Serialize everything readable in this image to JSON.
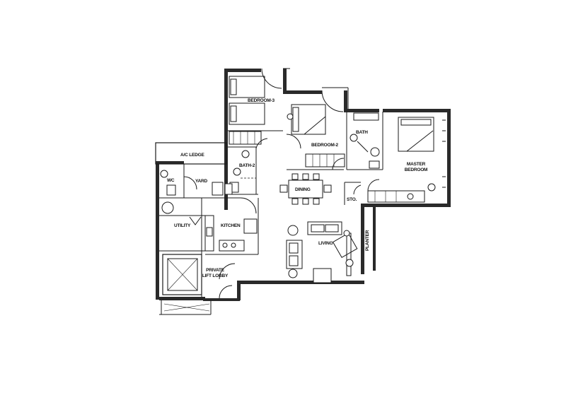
{
  "rooms": {
    "bedroom_3": "BEDROOM-3",
    "bedroom_2": "BEDROOM-2",
    "bath": "BATH",
    "master_bedroom_line1": "MASTER",
    "master_bedroom_line2": "BEDROOM",
    "ac_ledge": "A/C LEDGE",
    "bath_2": "BATH-2",
    "wc": "WC",
    "yard": "YARD",
    "dining": "DINING",
    "sto": "STO.",
    "utility": "UTILITY",
    "kitchen": "KITCHEN",
    "living": "LIVING",
    "planter": "PLANTER",
    "private_lift_lobby_line1": "PRIVATE",
    "private_lift_lobby_line2": "LIFT LOBBY"
  }
}
